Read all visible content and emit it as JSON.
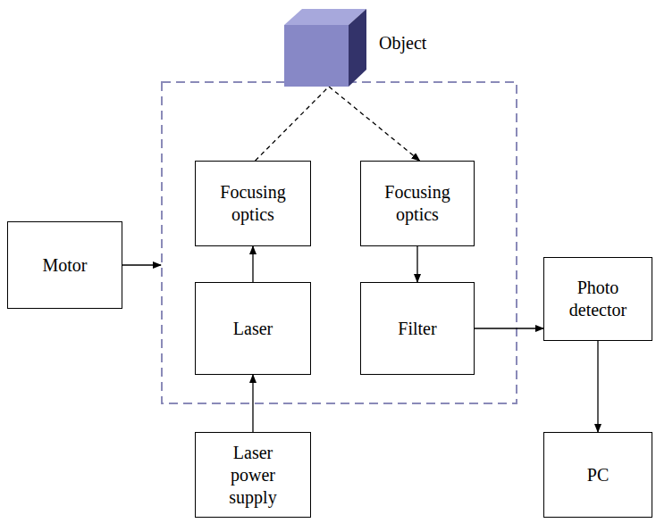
{
  "diagram": {
    "nodes": [
      {
        "text": [
          "Object"
        ]
      },
      {
        "text": [
          "Focusing optics"
        ]
      },
      {
        "text": [
          "Focusing optics"
        ]
      },
      {
        "text": [
          "Motor"
        ]
      },
      {
        "text": [
          "Laser"
        ]
      },
      {
        "text": [
          "Filter"
        ]
      },
      {
        "text": [
          "Photo detector"
        ]
      },
      {
        "text": [
          "Laser power supply"
        ]
      },
      {
        "text": [
          "PC"
        ]
      }
    ],
    "edges": [
      {
        "from": 1,
        "to": 0,
        "arrow": "none"
      },
      {
        "from": 0,
        "to": 2,
        "arrow": "to"
      },
      {
        "from": 4,
        "to": 1,
        "arrow": "to"
      },
      {
        "from": 2,
        "to": 5,
        "arrow": "to"
      },
      {
        "from": 5,
        "to": 6,
        "arrow": "to"
      },
      {
        "from": 7,
        "to": 4,
        "arrow": "to"
      },
      {
        "from": 6,
        "to": 8,
        "arrow": "to"
      }
    ]
  }
}
